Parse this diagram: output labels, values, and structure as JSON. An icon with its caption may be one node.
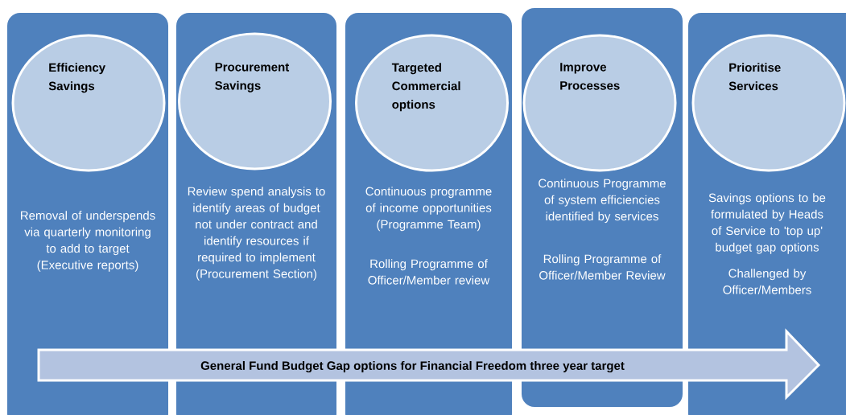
{
  "diagram": {
    "nodes": [
      {
        "text": [
          "Removal of underspends via quarterly monitoring to add to target (Executive reports)"
        ]
      },
      {
        "text": [
          "Efficiency Savings"
        ],
        "in": 0
      },
      {
        "text": [
          "Review spend analysis to identify areas of budget not under contract and identify resources if required to implement (Procurement Section)"
        ]
      },
      {
        "text": [
          "Procurement Savings"
        ],
        "in": 2
      },
      {
        "text": [
          "Continuous programme of income opportunities (Programme Team)",
          "Rolling Programme of Officer/Member review"
        ]
      },
      {
        "text": [
          "Targeted Commercial options"
        ],
        "in": 4
      },
      {
        "text": [
          "Continuous Programme of system efficiencies identified by services",
          "Rolling Programme of Officer/Member Review"
        ]
      },
      {
        "text": [
          "Improve Processes"
        ],
        "in": 6
      },
      {
        "text": [
          "Savings options to be formulated by Heads of Service to 'top up' budget gap options",
          "Challenged by Officer/Members"
        ]
      },
      {
        "text": [
          "Prioritise Services"
        ],
        "in": 8
      },
      {
        "text": [
          "General Fund Budget Gap options  for Financial Freedom three year target"
        ]
      }
    ]
  }
}
